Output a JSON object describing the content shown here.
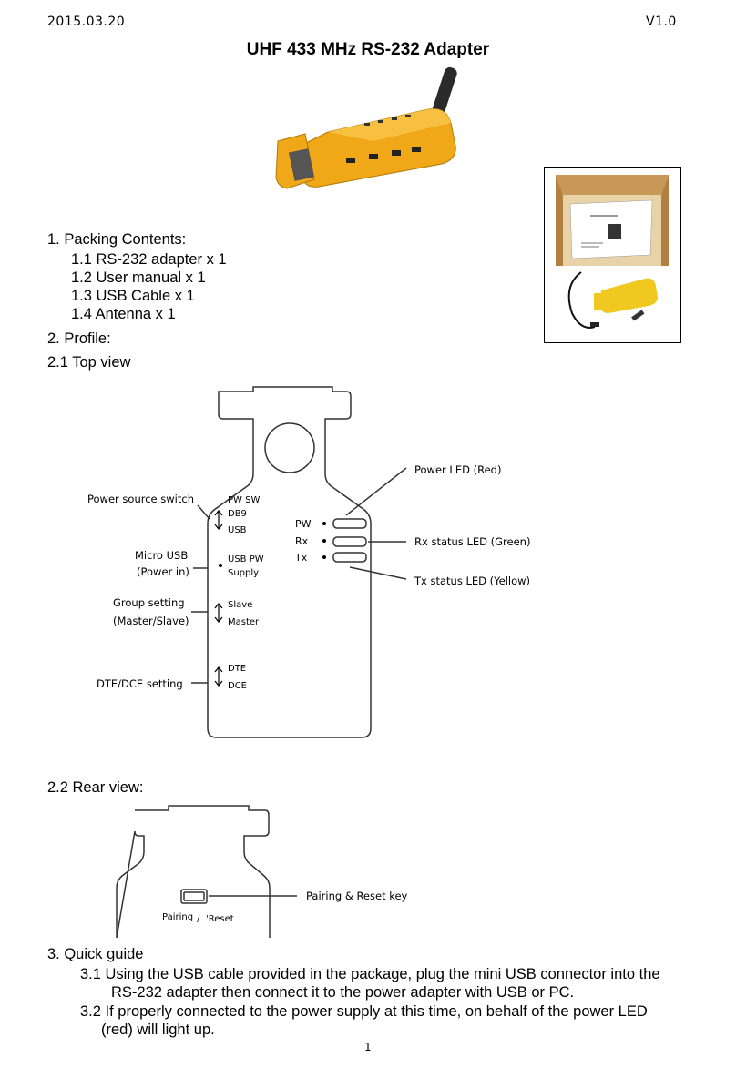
{
  "header": {
    "date": "2015.03.20",
    "version": "V1.0"
  },
  "title": "UHF 433 MHz RS-232 Adapter",
  "sections": {
    "packing": {
      "heading": "1.  Packing Contents:",
      "items": [
        "1.1 RS-232 adapter x 1",
        "1.2 User manual x 1",
        "1.3 USB Cable x 1",
        "1.4 Antenna x 1"
      ]
    },
    "profile": {
      "heading": "2.  Profile:"
    },
    "top_view": {
      "heading": "2.1 Top view"
    },
    "rear_view": {
      "heading": "2.2 Rear view:"
    },
    "quick_guide": {
      "heading": "3.  Quick guide",
      "item1_line1": "3.1 Using the USB cable provided in the package, plug the mini USB connector into the",
      "item1_line2": "RS-232 adapter then connect it to the power adapter with USB or PC.",
      "item2_line1": "3.2 If properly connected to the power supply at this time, on behalf of the power LED",
      "item2_line2": "(red) will light up."
    }
  },
  "top_diagram": {
    "callouts": {
      "power_source_switch": "Power source switch",
      "micro_usb_1": "Micro USB",
      "micro_usb_2": "(Power in)",
      "group_setting_1": "Group setting",
      "group_setting_2": "(Master/Slave)",
      "dte_dce_setting": "DTE/DCE setting",
      "power_led": "Power LED (Red)",
      "rx_led": "Rx status LED (Green)",
      "tx_led": "Tx status LED (Yellow)"
    },
    "board_labels": {
      "pw_sw": "PW SW",
      "db9": "DB9",
      "usb": "USB",
      "usb_pw": "USB PW",
      "supply": "Supply",
      "slave": "Slave",
      "master": "Master",
      "dte": "DTE",
      "dce": "DCE",
      "pw": "PW",
      "rx": "Rx",
      "tx": "Tx"
    }
  },
  "rear_diagram": {
    "callout": "Pairing & Reset key",
    "key_label_left": "Pairing",
    "key_label_sep": "/",
    "key_label_right": "'Reset"
  },
  "footer": {
    "page_number": "1"
  },
  "colors": {
    "device_yellow": "#f0a818",
    "device_dark": "#3a3a3a",
    "box_brown": "#c89858"
  }
}
